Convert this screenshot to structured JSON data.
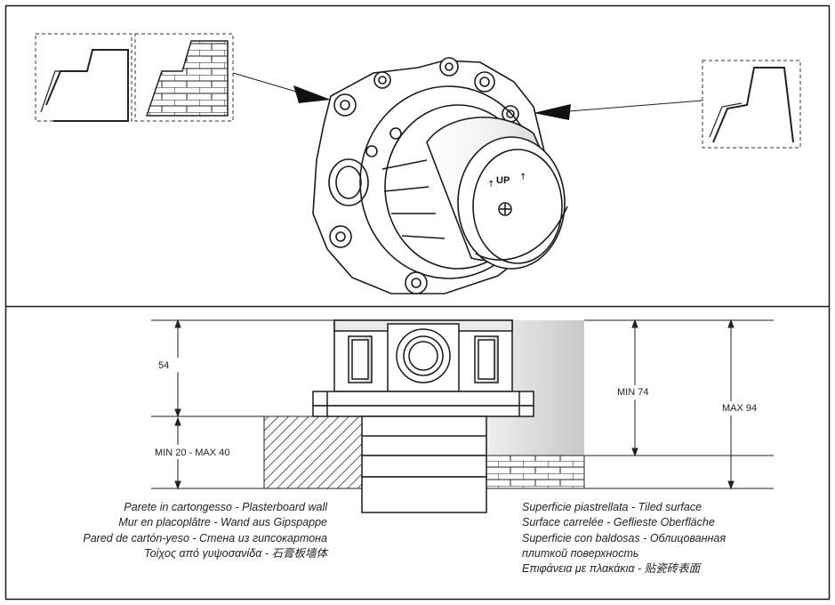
{
  "top_panel": {
    "up_marking": "UP"
  },
  "dimensions": {
    "d54": "54",
    "min20_max40": "MIN 20 - MAX 40",
    "min74": "MIN 74",
    "max94": "MAX 94"
  },
  "captions": {
    "plasterboard": [
      "Parete in cartongesso - Plasterboard wall",
      "Mur en placoplâtre - Wand aus Gipspappe",
      "Pared de cartón-yeso - Стена из гипсокартона",
      "Τοίχος από γυψοσανίδα - 石膏板墙体"
    ],
    "tiled": [
      "Superficie piastrellata - Tiled surface",
      "Surface carrelée - Geflieste Oberfläche",
      "Superficie con baldosas - Облицованная",
      "плиткой поверхность",
      "Επιφάνεια με πλακάκια - 贴瓷砖表面"
    ]
  },
  "colors": {
    "line": "#1a1a1a",
    "tile_gray": "#d8d8d8",
    "hatch": "#333333"
  }
}
